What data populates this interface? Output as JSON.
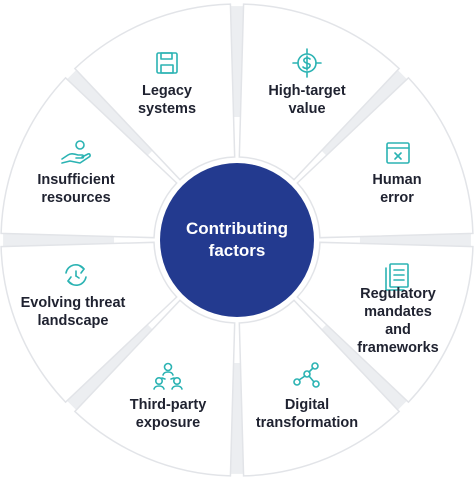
{
  "center": {
    "label": "Contributing\nfactors"
  },
  "segments": [
    {
      "label": "Legacy\nsystems",
      "icon": "floppy-disk-icon"
    },
    {
      "label": "High-target\nvalue",
      "icon": "dollar-target-icon"
    },
    {
      "label": "Human\nerror",
      "icon": "error-window-icon"
    },
    {
      "label": "Regulatory\nmandates and\nframeworks",
      "icon": "documents-icon"
    },
    {
      "label": "Digital\ntransformation",
      "icon": "network-nodes-icon"
    },
    {
      "label": "Third-party\nexposure",
      "icon": "people-network-icon"
    },
    {
      "label": "Evolving threat\nlandscape",
      "icon": "refresh-cycle-icon"
    },
    {
      "label": "Insufficient\nresources",
      "icon": "hand-coins-icon"
    }
  ],
  "colors": {
    "center": "#233a8f",
    "icon": "#2bb3b3",
    "text": "#1f2230",
    "border": "#e2e4e8"
  }
}
